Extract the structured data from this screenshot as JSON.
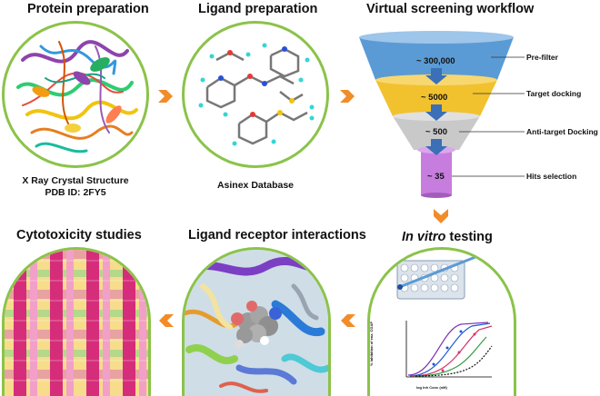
{
  "panels": {
    "protein": {
      "title": "Protein preparation",
      "caption_line1": "X Ray Crystal Structure",
      "caption_line2": "PDB ID: 2FY5"
    },
    "ligand": {
      "title": "Ligand preparation",
      "caption": "Asinex Database"
    },
    "vs": {
      "title": "Virtual screening workflow"
    },
    "invitro": {
      "title_italic": "In vitro",
      "title_rest": " testing"
    },
    "lri": {
      "title": "Ligand receptor interactions"
    },
    "cyto": {
      "title": "Cytotoxicity studies"
    }
  },
  "funnel": {
    "stages": [
      {
        "count": "~ 300,000",
        "label": "Pre-filter",
        "color": "#5b9bd5"
      },
      {
        "count": "~ 5000",
        "label": "Target docking",
        "color": "#f2c12e"
      },
      {
        "count": "~ 500",
        "label": "Anti-target Docking",
        "color": "#c9c9c9"
      },
      {
        "count": "~ 35",
        "label": "Hits selection",
        "color": "#c77dde"
      }
    ]
  },
  "plot": {
    "xlabel": "log Inh Conc (nM)",
    "ylabel": "% Inhibition of enz. CGAP"
  },
  "colors": {
    "accent": "#f28c28",
    "ring": "#8bc34a"
  }
}
